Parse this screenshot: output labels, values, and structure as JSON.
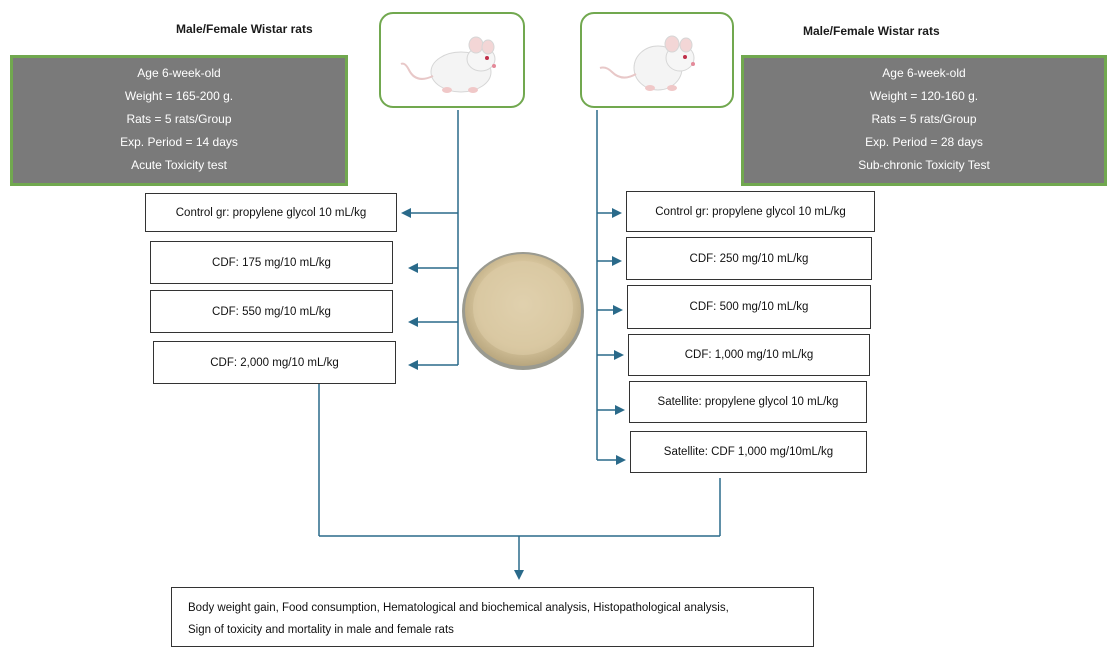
{
  "left": {
    "title": "Male/Female Wistar  rats",
    "info": [
      "Age 6-week-old",
      "Weight = 165-200 g.",
      "Rats = 5 rats/Group",
      "Exp. Period =  14 days",
      "Acute Toxicity test"
    ],
    "groups": [
      "Control gr: propylene glycol 10 mL/kg",
      "CDF: 175 mg/10 mL/kg",
      "CDF: 550 mg/10 mL/kg",
      "CDF: 2,000 mg/10 mL/kg"
    ]
  },
  "right": {
    "title": "Male/Female Wistar  rats",
    "info": [
      "Age 6-week-old",
      "Weight = 120-160 g.",
      "Rats = 5 rats/Group",
      "Exp. Period = 28 days",
      "Sub-chronic Toxicity Test"
    ],
    "groups": [
      "Control gr: propylene glycol 10 mL/kg",
      "CDF: 250 mg/10 mL/kg",
      "CDF: 500 mg/10 mL/kg",
      "CDF: 1,000 mg/10 mL/kg",
      "Satellite: propylene glycol 10 mL/kg",
      "Satellite: CDF 1,000 mg/10mL/kg"
    ]
  },
  "result": {
    "lines": [
      "Body weight gain, Food consumption, Hematological and biochemical analysis, Histopathological analysis,",
      "Sign of toxicity and mortality in male and female rats"
    ]
  },
  "colors": {
    "arrow": "#2a6a8a",
    "box_border_green": "#71a84f",
    "info_fill": "#7a7a7a",
    "powder": "#d8c8a4"
  },
  "icons": {
    "rat": "white-rat-icon",
    "powder": "powder-dish-icon"
  }
}
